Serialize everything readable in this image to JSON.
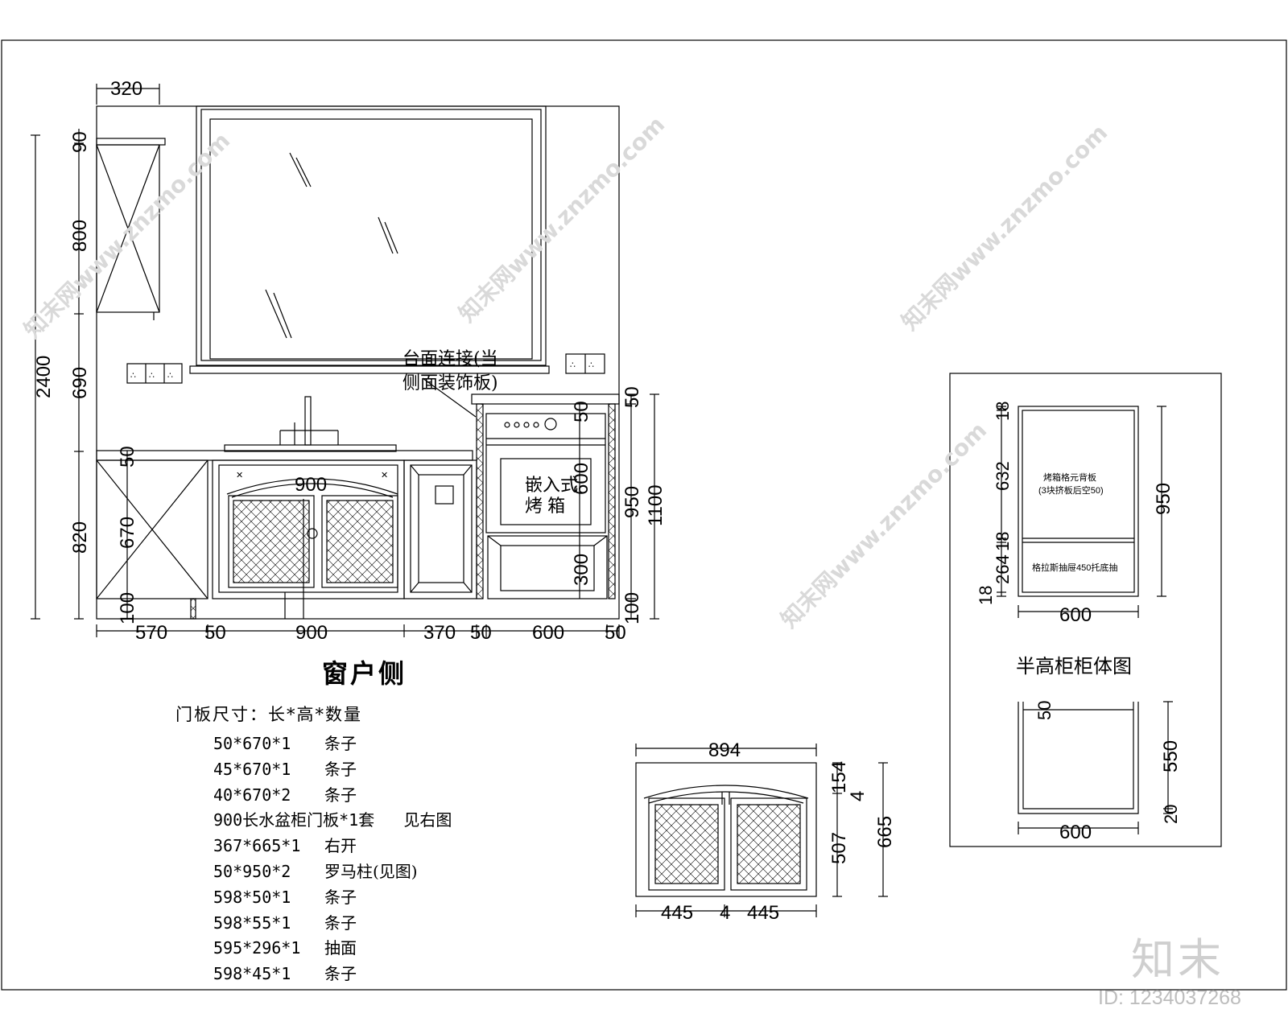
{
  "elevation": {
    "caption": "窗户侧",
    "dims_top": {
      "overhang": "320"
    },
    "dims_left_outer": {
      "total": "2400"
    },
    "dims_left_inner": [
      "90",
      "800",
      "690",
      "820"
    ],
    "dims_left_cab": [
      "50",
      "670",
      "100"
    ],
    "dims_bottom": [
      "570",
      "50",
      "900",
      "370",
      "50",
      "600",
      "50"
    ],
    "sink_door_width": "900",
    "oven_label": [
      "嵌入式",
      "烤 箱"
    ],
    "dims_oven": [
      "50",
      "600",
      "300"
    ],
    "dims_right_inner": [
      "50",
      "950",
      "100"
    ],
    "dims_right_outer": "1100",
    "callout": [
      "台面连接(当",
      "侧面装饰板)"
    ]
  },
  "door_list": {
    "title": "门板尺寸：长*高*数量",
    "items": [
      {
        "size": "50*670*1",
        "note": "条子"
      },
      {
        "size": "45*670*1",
        "note": "条子"
      },
      {
        "size": "40*670*2",
        "note": "条子"
      },
      {
        "size": "900长水盆柜门板*1套",
        "note": "见右图"
      },
      {
        "size": "367*665*1",
        "note": "右开"
      },
      {
        "size": "50*950*2",
        "note": "罗马柱(见图)"
      },
      {
        "size": "598*50*1",
        "note": "条子"
      },
      {
        "size": "598*55*1",
        "note": "条子"
      },
      {
        "size": "595*296*1",
        "note": "抽面"
      },
      {
        "size": "598*45*1",
        "note": "条子"
      }
    ]
  },
  "door_detail": {
    "width_total": "894",
    "half_left": "445",
    "gap": "4",
    "half_right": "445",
    "right_dims": [
      "154",
      "4",
      "507"
    ],
    "height_total": "665"
  },
  "half_cabinet": {
    "caption": "半高柜柜体图",
    "upper": {
      "left_dims": [
        "18",
        "632",
        "18",
        "264",
        "18"
      ],
      "height": "950",
      "width": "600",
      "note_top": [
        "烤箱格元背板",
        "(3块挤板后空50)"
      ],
      "note_bottom": "格拉斯抽屉450托底抽"
    },
    "lower": {
      "top_dim": "50",
      "height": "550",
      "bottom_dim": "20",
      "width": "600"
    }
  },
  "branding": {
    "logo": "知末",
    "id": "ID: 1234037268",
    "watermark": "知末网www.znzmo.com"
  }
}
